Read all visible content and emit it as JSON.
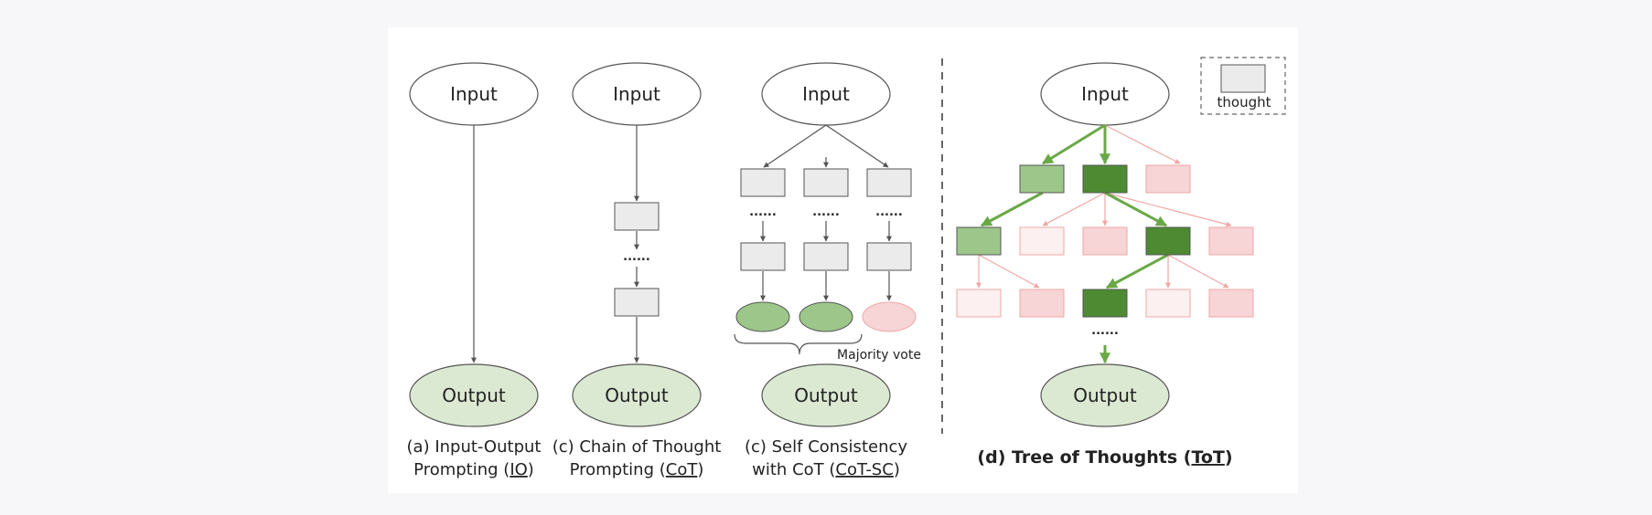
{
  "legend": {
    "label": "thought"
  },
  "panels": {
    "io": {
      "input": "Input",
      "output": "Output",
      "caption": [
        "(a) Input-Output",
        "Prompting (",
        "IO",
        ")"
      ]
    },
    "cot": {
      "input": "Input",
      "output": "Output",
      "dots": "......",
      "caption": [
        "(c) Chain of Thought",
        "Prompting (",
        "CoT",
        ")"
      ]
    },
    "cotsc": {
      "input": "Input",
      "output": "Output",
      "dots": "......",
      "majority": "Majority vote",
      "caption": [
        "(c) Self Consistency",
        "with CoT (",
        "CoT-SC",
        ")"
      ]
    },
    "tot": {
      "input": "Input",
      "output": "Output",
      "dots": "......",
      "caption": [
        "(d) Tree of Thoughts (",
        "ToT",
        ")"
      ]
    }
  },
  "colors": {
    "thought": "#ebebeb",
    "io_node": "#dce9d2",
    "green_light": "#9dc78a",
    "green_dark": "#4d8a32",
    "pink": "#f7d4d6",
    "pink_light": "#fcf0f0",
    "pink_edge": "#efa7a4",
    "green_edge": "#6aa847"
  }
}
